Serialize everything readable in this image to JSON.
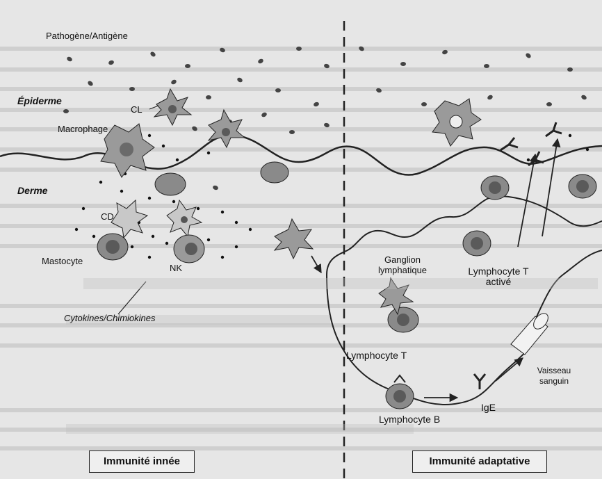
{
  "diagram": {
    "labels": {
      "pathogen": "Pathogène/Antigène",
      "epidermis": "Épiderme",
      "dermis": "Derme",
      "cl": "CL",
      "macrophage": "Macrophage",
      "cd": "CD",
      "mastocyte": "Mastocyte",
      "nk": "NK",
      "cytokines": "Cytokines/Chimiokines",
      "lymph_node": "Ganglion lymphatique",
      "lymphocyte_t_active": "Lymphocyte T activé",
      "lymphocyte_t": "Lymphocyte T",
      "lymphocyte_b": "Lymphocyte B",
      "blood_vessel": "Vaisseau sanguin",
      "ige": "IgE"
    },
    "boxes": {
      "innate": "Immunité innée",
      "adaptive": "Immunité adaptative"
    },
    "colors": {
      "background": "#e6e6e6",
      "cell_fill": "#9a9a9a",
      "nucleus_fill": "#5a5a5a",
      "line": "#222222"
    }
  }
}
